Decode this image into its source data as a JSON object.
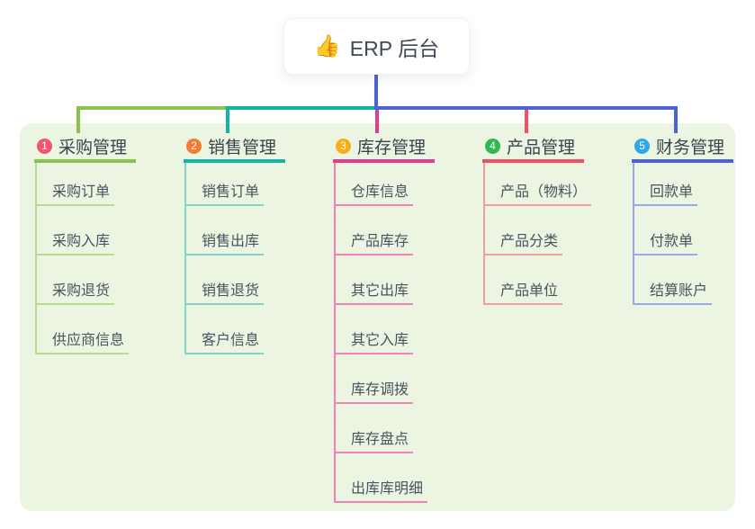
{
  "root": {
    "icon_glyph": "👍",
    "label": "ERP 后台"
  },
  "branches": [
    {
      "num": "1",
      "label": "采购管理",
      "badge_color": "#f2556f",
      "line_color": "#8bc34a",
      "child_line_color": "#b7dc90",
      "children": [
        "采购订单",
        "采购入库",
        "采购退货",
        "供应商信息"
      ]
    },
    {
      "num": "2",
      "label": "销售管理",
      "badge_color": "#f47b35",
      "line_color": "#10b5a8",
      "child_line_color": "#82d3ca",
      "children": [
        "销售订单",
        "销售出库",
        "销售退货",
        "客户信息"
      ]
    },
    {
      "num": "3",
      "label": "库存管理",
      "badge_color": "#fbad16",
      "line_color": "#e23b92",
      "child_line_color": "#f082ba",
      "children": [
        "仓库信息",
        "产品库存",
        "其它出库",
        "其它入库",
        "库存调拨",
        "库存盘点",
        "出库库明细"
      ]
    },
    {
      "num": "4",
      "label": "产品管理",
      "badge_color": "#2fb956",
      "line_color": "#f25061",
      "child_line_color": "#f69a9e",
      "children": [
        "产品（物料）",
        "产品分类",
        "产品单位"
      ]
    },
    {
      "num": "5",
      "label": "财务管理",
      "badge_color": "#2da7ea",
      "line_color": "#4a64d4",
      "child_line_color": "#97a9e6",
      "children": [
        "回款单",
        "付款单",
        "结算账户"
      ]
    }
  ],
  "colors": {
    "root_connector": "#4a64d4",
    "panel_bg": "#ebf5e2",
    "title_text": "#39444e",
    "child_text": "#47545e",
    "root_text": "#3f4a55"
  }
}
